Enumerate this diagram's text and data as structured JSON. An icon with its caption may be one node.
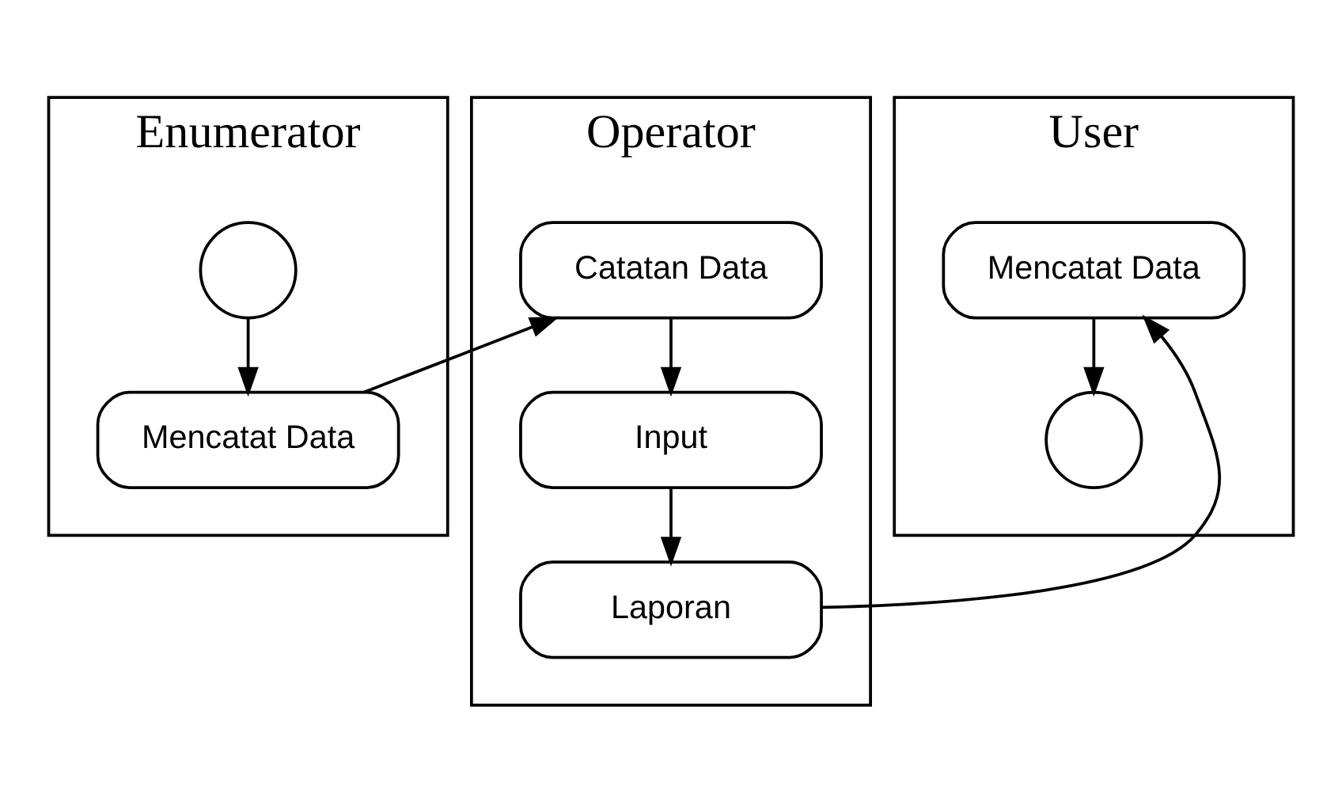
{
  "diagram": {
    "nodes": [
      {
        "text": [
          "Enumerator"
        ]
      },
      {
        "text": [],
        "shape": "circle",
        "in": 0
      },
      {
        "text": [
          "Mencatat Data"
        ],
        "in": 0
      },
      {
        "text": [
          "Operator"
        ]
      },
      {
        "text": [
          "Catatan Data"
        ],
        "in": 3
      },
      {
        "text": [
          "Input"
        ],
        "in": 3
      },
      {
        "text": [
          "Laporan"
        ],
        "in": 3
      },
      {
        "text": [
          "User"
        ]
      },
      {
        "text": [
          "Mencatat Data"
        ],
        "in": 7
      },
      {
        "text": [],
        "shape": "circle",
        "in": 7
      }
    ],
    "edges": [
      {
        "from": 1,
        "to": 2,
        "arrow": "to"
      },
      {
        "from": 2,
        "to": 4,
        "arrow": "to"
      },
      {
        "from": 4,
        "to": 5,
        "arrow": "to"
      },
      {
        "from": 5,
        "to": 6,
        "arrow": "to"
      },
      {
        "from": 6,
        "to": 8,
        "arrow": "to"
      },
      {
        "from": 8,
        "to": 9,
        "arrow": "to"
      }
    ]
  }
}
